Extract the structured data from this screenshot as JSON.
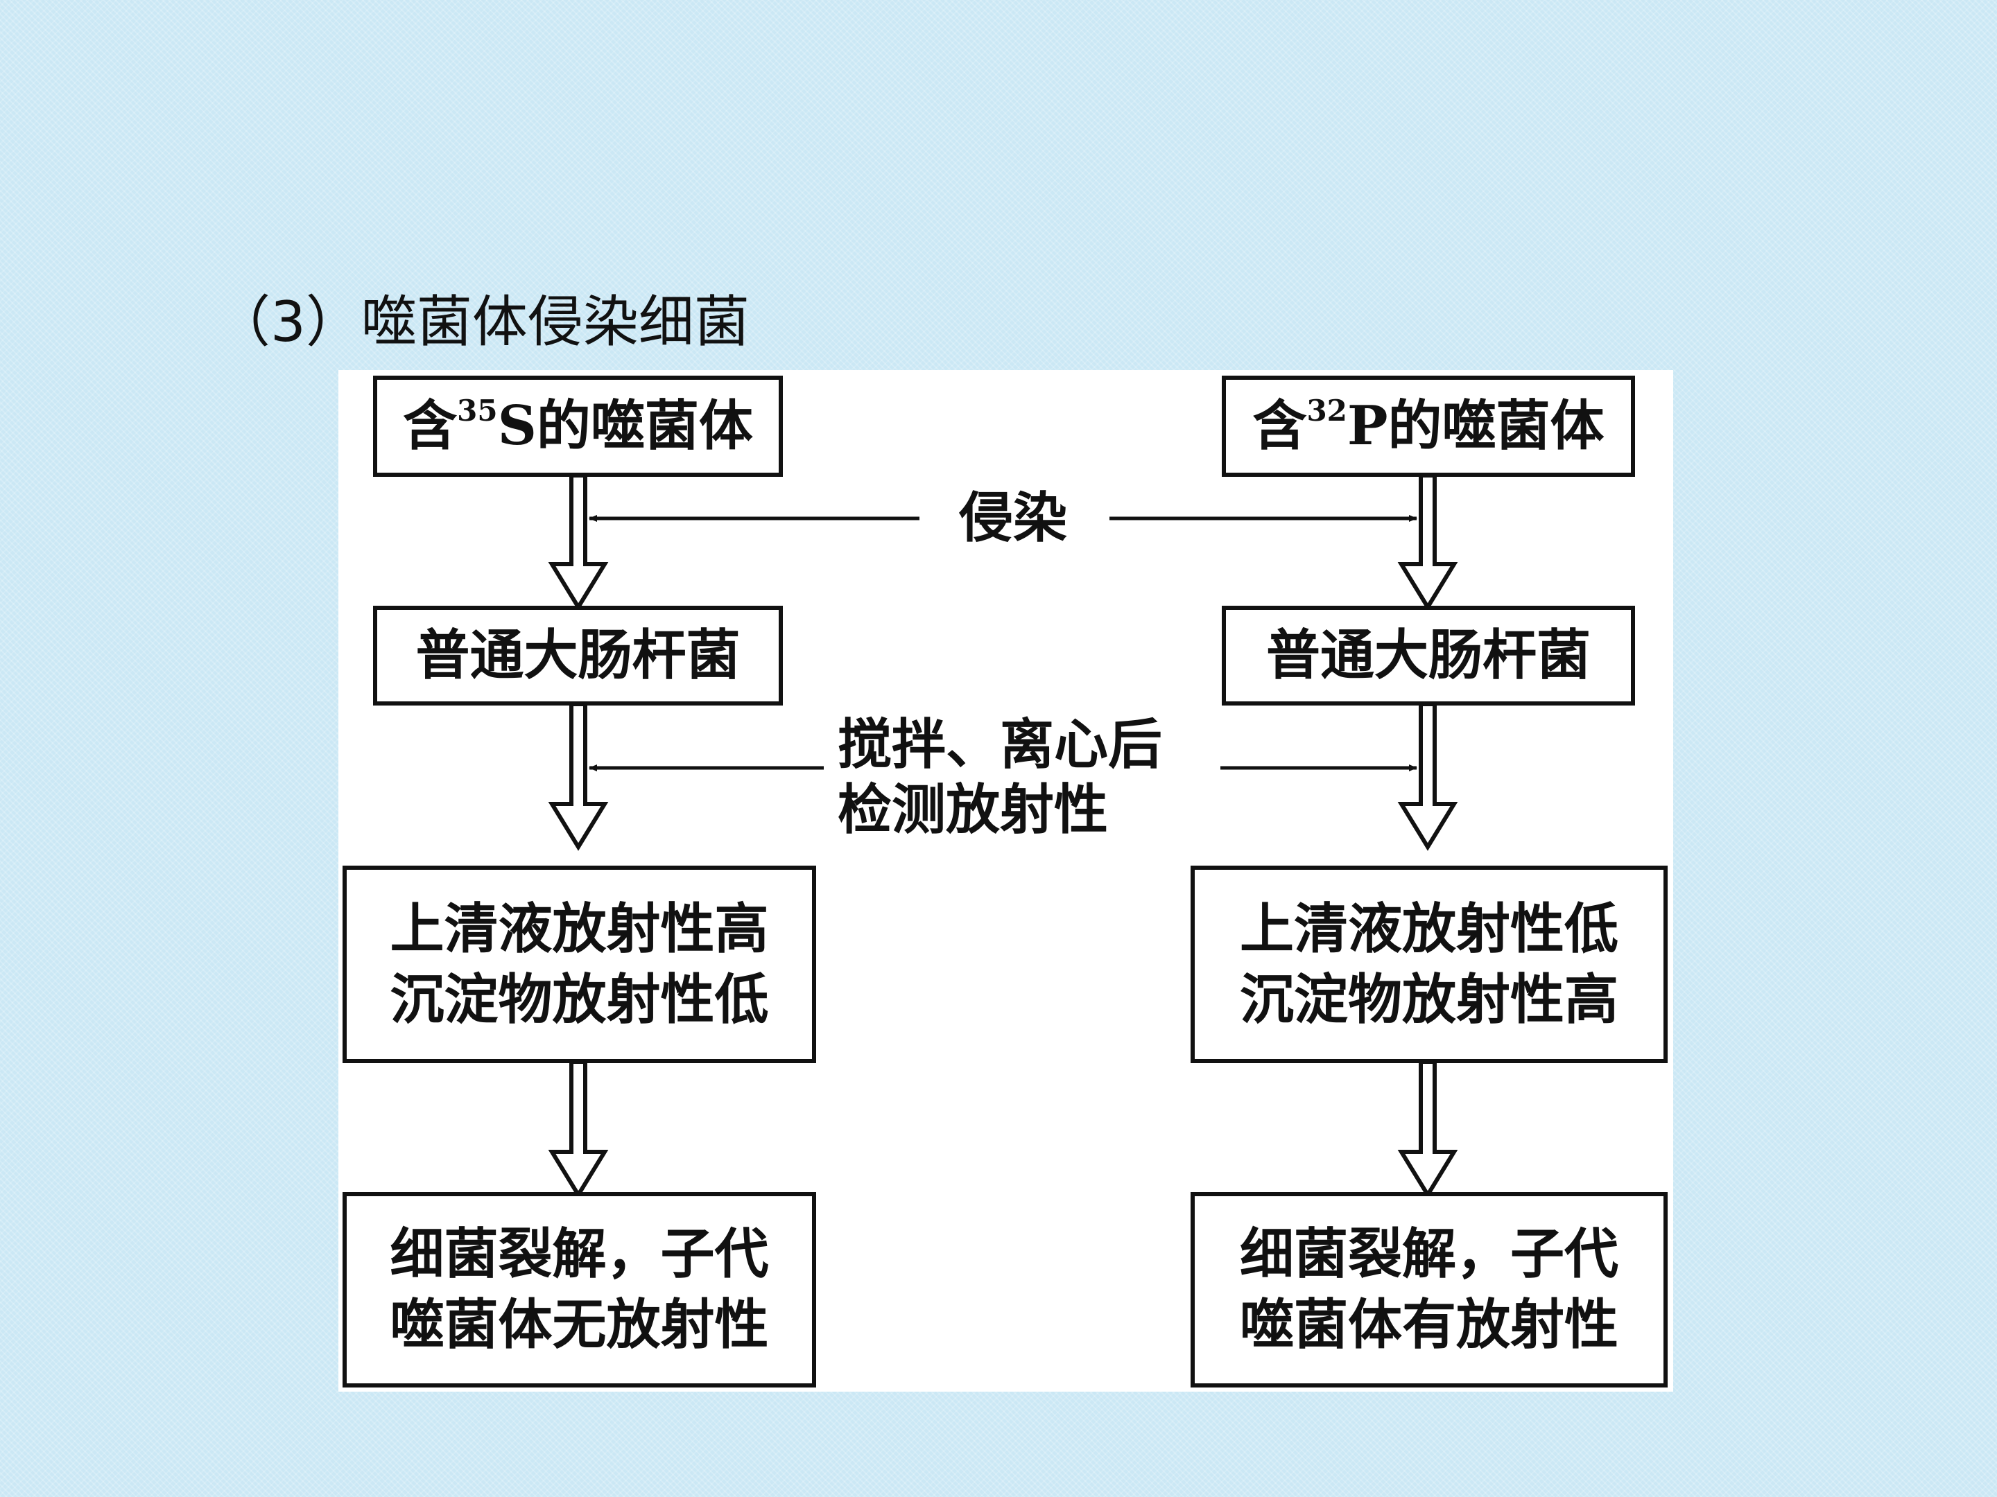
{
  "title": "（3）噬菌体侵染细菌",
  "left_column": {
    "start": {
      "prefix": "含",
      "isotope": "35",
      "suffix": "S的噬菌体"
    },
    "host": "普通大肠杆菌",
    "result": [
      "上清液放射性高",
      "沉淀物放射性低"
    ],
    "conclusion": [
      "细菌裂解，子代",
      "噬菌体无放射性"
    ]
  },
  "right_column": {
    "start": {
      "prefix": "含",
      "isotope": "32",
      "suffix": "P的噬菌体"
    },
    "host": "普通大肠杆菌",
    "result": [
      "上清液放射性低",
      "沉淀物放射性高"
    ],
    "conclusion": [
      "细菌裂解，子代",
      "噬菌体有放射性"
    ]
  },
  "step_labels": {
    "infect": "侵染",
    "process": [
      "搅拌、离心后",
      "检测放射性"
    ]
  },
  "colors": {
    "background": "#cfeaf6",
    "panel": "#ffffff",
    "ink": "#111111"
  }
}
